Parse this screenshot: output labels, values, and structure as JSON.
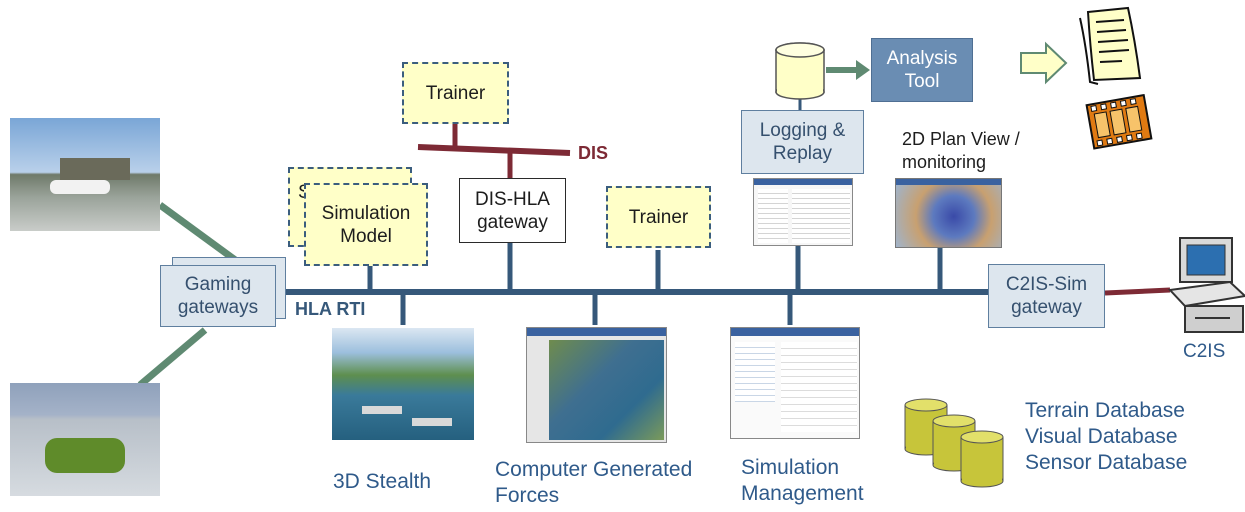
{
  "bus": {
    "hla_label": "HLA RTI",
    "dis_label": "DIS"
  },
  "boxes": {
    "trainer_top": "Trainer",
    "trainer_mid": "Trainer",
    "sim_model_back": "S",
    "sim_model": "Simulation\nModel",
    "dis_hla": "DIS-HLA\ngateway",
    "gaming": "Gaming\ngateways",
    "logging": "Logging &\nReplay",
    "analysis": "Analysis\nTool",
    "c2is_sim": "C2IS-Sim\ngateway"
  },
  "labels": {
    "plan_view": "2D Plan View /\nmonitoring",
    "stealth": "3D Stealth",
    "cgf": "Computer Generated\nForces",
    "sim_mgmt": "Simulation\nManagement",
    "c2is": "C2IS",
    "databases": [
      "Terrain Database",
      "Visual Database",
      "Sensor Database"
    ]
  },
  "colors": {
    "bus": "#36587a",
    "dis": "#7d2a35",
    "gaming_link": "#5f8a72",
    "arrow": "#5f8a72",
    "box_steel": "#dde6ee",
    "analysis": "#6a8db3",
    "trainer": "#ffffc8",
    "label_text": "#2f5a8a"
  }
}
